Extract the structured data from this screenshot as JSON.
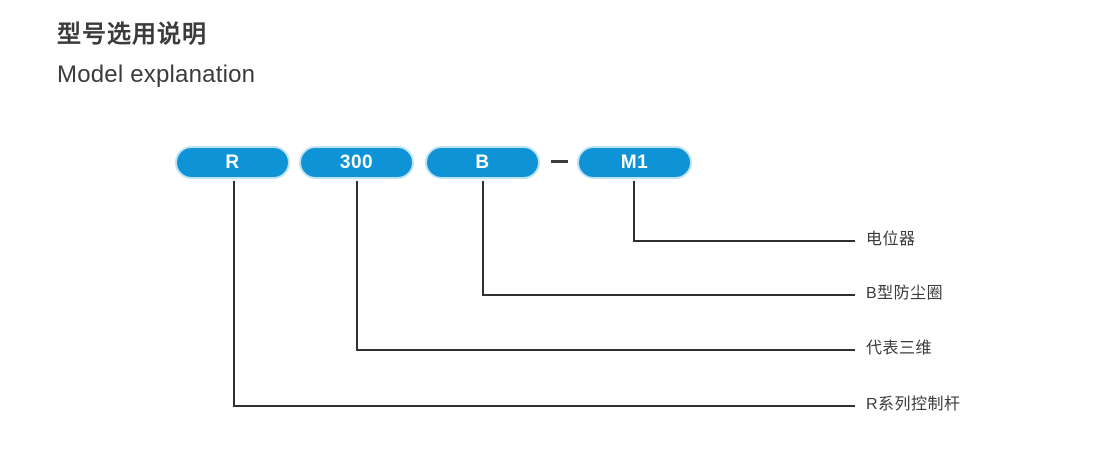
{
  "header": {
    "title_cn": "型号选用说明",
    "title_en": "Model explanation"
  },
  "model_code": {
    "separator": "–",
    "segments": [
      {
        "label": "R",
        "meaning": "R系列控制杆"
      },
      {
        "label": "300",
        "meaning": "代表三维"
      },
      {
        "label": "B",
        "meaning": "B型防尘圈"
      },
      {
        "label": "M1",
        "meaning": "电位器"
      }
    ]
  },
  "legend": [
    {
      "text": "电位器"
    },
    {
      "text": "B型防尘圈"
    },
    {
      "text": "代表三维"
    },
    {
      "text": "R系列控制杆"
    }
  ],
  "colors": {
    "pill_fill": "#0d93d6",
    "pill_halo": "#bfe2f5",
    "pill_text": "#ffffff",
    "line": "#332f2e",
    "text": "#3b3b3b",
    "background": "#ffffff"
  }
}
